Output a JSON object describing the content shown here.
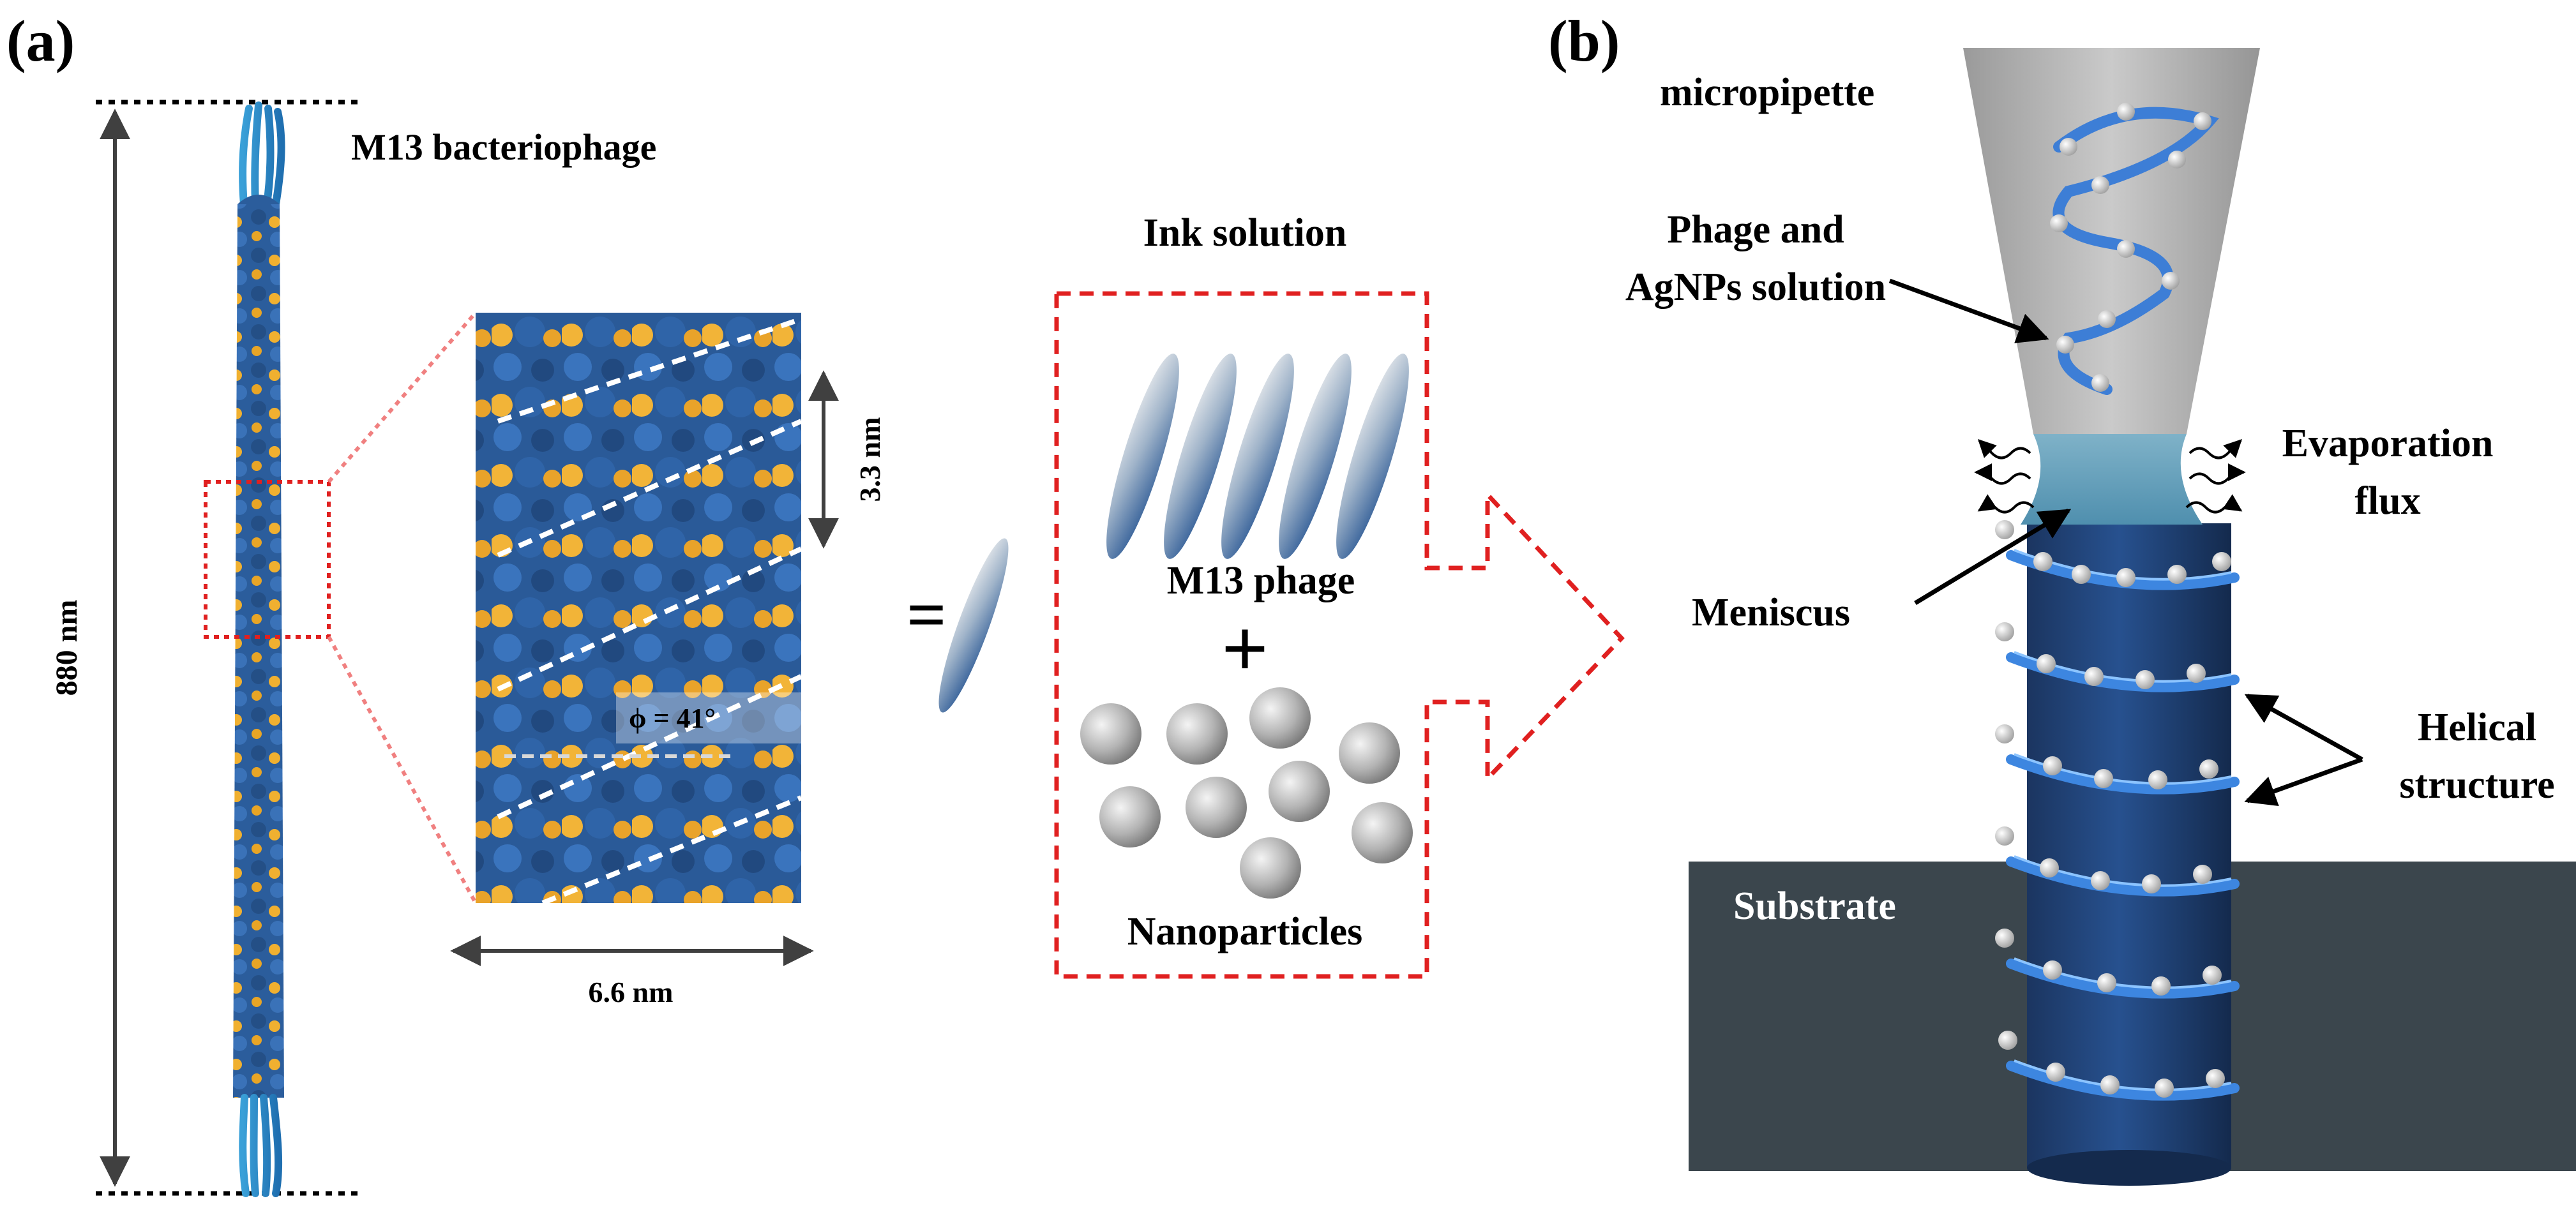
{
  "panel_a": {
    "panel_label": "(a)",
    "phage_title": "M13 bacteriophage",
    "length_label": "880 nm",
    "pitch_label": "3.3 nm",
    "width_label": "6.6 nm",
    "angle_label": "ϕ = 41°",
    "equals_sign": "=",
    "ink_title": "Ink solution",
    "phage_label": "M13 phage",
    "plus_sign": "+",
    "nanoparticles_label": "Nanoparticles"
  },
  "panel_b": {
    "panel_label": "(b)",
    "micropipette_label": "micropipette",
    "solution_label_line1": "Phage and",
    "solution_label_line2": "AgNPs solution",
    "evaporation_line1": "Evaporation",
    "evaporation_line2": "flux",
    "meniscus_label": "Meniscus",
    "helical_line1": "Helical",
    "helical_line2": "structure",
    "substrate_label": "Substrate"
  },
  "colors": {
    "phage_blue": "#2b5d9c",
    "coat_gold": "#f0b030",
    "highlight_red": "#e02020",
    "substrate": "#3b464d",
    "pipette_gray": "#a8a8a8",
    "ribbon_blue": "#3d86e0"
  }
}
